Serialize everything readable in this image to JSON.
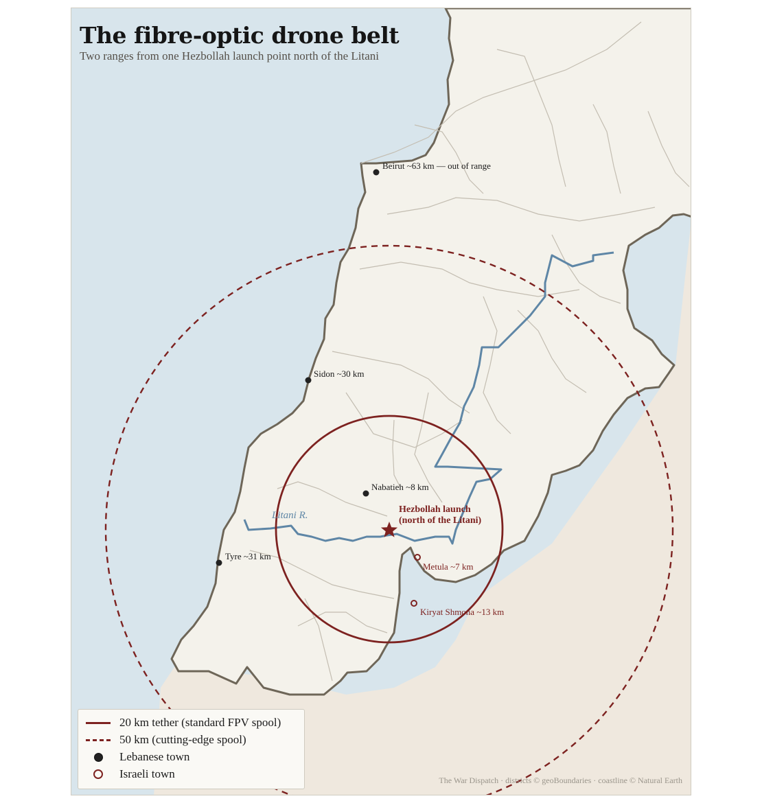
{
  "map": {
    "title": "The fibre-optic drone belt",
    "subtitle": "Two ranges from one Hezbollah launch point north of the Litani",
    "credit": "The War Dispatch · districts © geoBoundaries · coastline © Natural Earth",
    "river_label": "Litani R.",
    "launch_point": {
      "label_line1": "Hezbollah launch",
      "label_line2": "(north of the Litani)"
    },
    "lebanese_towns": [
      {
        "name": "Beirut",
        "label": "Beirut ~63 km — out of range"
      },
      {
        "name": "Sidon",
        "label": "Sidon ~30 km"
      },
      {
        "name": "Nabatieh",
        "label": "Nabatieh ~8 km"
      },
      {
        "name": "Tyre",
        "label": "Tyre ~31 km"
      }
    ],
    "israeli_towns": [
      {
        "name": "Metula",
        "label": "Metula ~7 km"
      },
      {
        "name": "Kiryat Shmona",
        "label": "Kiryat Shmona ~13 km"
      }
    ],
    "ranges": [
      {
        "name": "20 km tether",
        "radius_km": 20,
        "style": "solid"
      },
      {
        "name": "50 km spool",
        "radius_km": 50,
        "style": "dashed"
      }
    ],
    "legend": {
      "tether_20": "20 km tether (standard FPV spool)",
      "tether_50": "50 km (cutting-edge spool)",
      "lebanese_town": "Lebanese town",
      "israeli_town": "Israeli town"
    },
    "colors": {
      "sea": "#d8e5ec",
      "land_lebanon": "#f4f2eb",
      "land_other": "#efe8de",
      "border": "#6e6658",
      "district": "#c3bdb1",
      "river": "#5e86a6",
      "range": "#7d2220",
      "town": "#222222"
    }
  }
}
